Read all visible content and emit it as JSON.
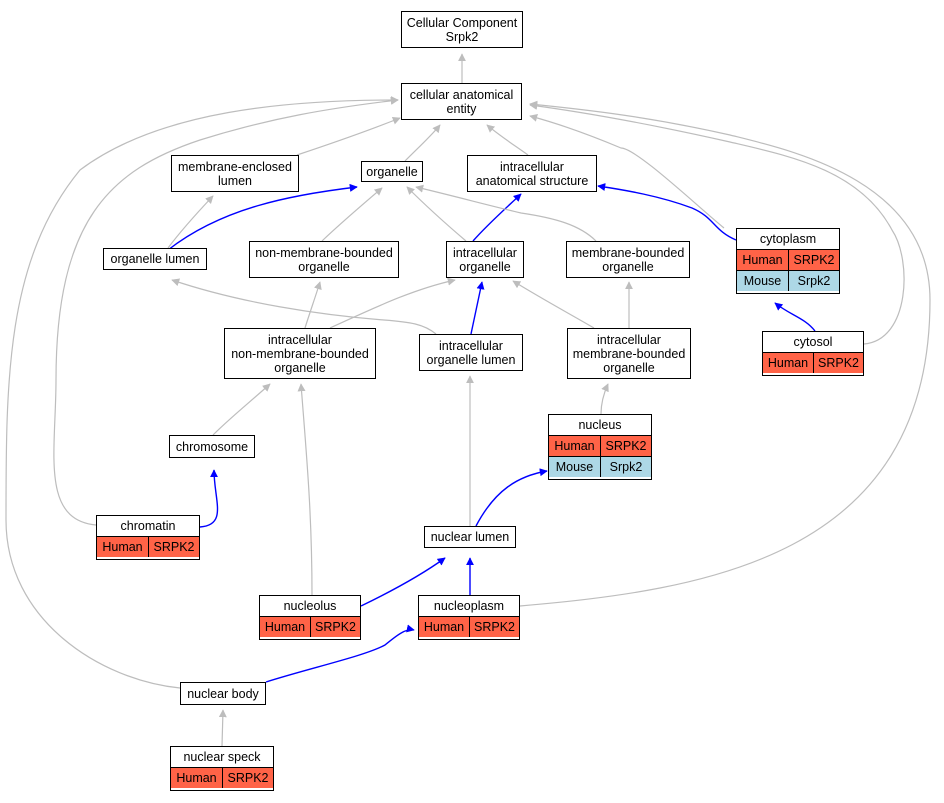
{
  "diagram": {
    "colors": {
      "edge_default": "#bdbdbd",
      "edge_highlight": "#0000ff",
      "human_fill": "#ff6347",
      "mouse_fill": "#add8e6",
      "node_border": "#000000",
      "node_fill": "#ffffff"
    },
    "nodes": [
      {
        "id": "cc_root",
        "label": "Cellular Component\nSrpk2",
        "annotations": []
      },
      {
        "id": "cae",
        "label": "cellular anatomical\nentity",
        "annotations": []
      },
      {
        "id": "mel",
        "label": "membrane-enclosed\nlumen",
        "annotations": []
      },
      {
        "id": "organelle",
        "label": "organelle",
        "annotations": []
      },
      {
        "id": "ias",
        "label": "intracellular\nanatomical structure",
        "annotations": []
      },
      {
        "id": "cytoplasm",
        "label": "cytoplasm",
        "annotations": [
          {
            "organism": "Human",
            "gene": "SRPK2"
          },
          {
            "organism": "Mouse",
            "gene": "Srpk2"
          }
        ]
      },
      {
        "id": "olumen",
        "label": "organelle lumen",
        "annotations": []
      },
      {
        "id": "nmbo",
        "label": "non-membrane-bounded\norganelle",
        "annotations": []
      },
      {
        "id": "io",
        "label": "intracellular\norganelle",
        "annotations": []
      },
      {
        "id": "mbo",
        "label": "membrane-bounded\norganelle",
        "annotations": []
      },
      {
        "id": "inmbo",
        "label": "intracellular\nnon-membrane-bounded\norganelle",
        "annotations": []
      },
      {
        "id": "iol",
        "label": "intracellular\norganelle lumen",
        "annotations": []
      },
      {
        "id": "imbo",
        "label": "intracellular\nmembrane-bounded\norganelle",
        "annotations": []
      },
      {
        "id": "cytosol",
        "label": "cytosol",
        "annotations": [
          {
            "organism": "Human",
            "gene": "SRPK2"
          }
        ]
      },
      {
        "id": "nucleus",
        "label": "nucleus",
        "annotations": [
          {
            "organism": "Human",
            "gene": "SRPK2"
          },
          {
            "organism": "Mouse",
            "gene": "Srpk2"
          }
        ]
      },
      {
        "id": "chromosome",
        "label": "chromosome",
        "annotations": []
      },
      {
        "id": "chromatin",
        "label": "chromatin",
        "annotations": [
          {
            "organism": "Human",
            "gene": "SRPK2"
          }
        ]
      },
      {
        "id": "nlumen",
        "label": "nuclear lumen",
        "annotations": []
      },
      {
        "id": "nucleolus",
        "label": "nucleolus",
        "annotations": [
          {
            "organism": "Human",
            "gene": "SRPK2"
          }
        ]
      },
      {
        "id": "nucleoplasm",
        "label": "nucleoplasm",
        "annotations": [
          {
            "organism": "Human",
            "gene": "SRPK2"
          }
        ]
      },
      {
        "id": "nbody",
        "label": "nuclear body",
        "annotations": []
      },
      {
        "id": "nspeck",
        "label": "nuclear speck",
        "annotations": [],
        "annotations_shown": [
          {
            "organism": "Human",
            "gene": "SRPK2"
          }
        ]
      }
    ],
    "edges": [
      {
        "from": "cae",
        "to": "cc_root",
        "highlight": false
      },
      {
        "from": "mel",
        "to": "cae",
        "highlight": false
      },
      {
        "from": "organelle",
        "to": "cae",
        "highlight": false
      },
      {
        "from": "ias",
        "to": "cae",
        "highlight": false
      },
      {
        "from": "cytoplasm",
        "to": "cae",
        "highlight": false
      },
      {
        "from": "cytoplasm",
        "to": "ias",
        "highlight": true
      },
      {
        "from": "olumen",
        "to": "mel",
        "highlight": false
      },
      {
        "from": "olumen",
        "to": "organelle",
        "highlight": true
      },
      {
        "from": "nmbo",
        "to": "organelle",
        "highlight": false
      },
      {
        "from": "io",
        "to": "organelle",
        "highlight": false
      },
      {
        "from": "io",
        "to": "ias",
        "highlight": true
      },
      {
        "from": "mbo",
        "to": "organelle",
        "highlight": false
      },
      {
        "from": "inmbo",
        "to": "nmbo",
        "highlight": false
      },
      {
        "from": "inmbo",
        "to": "io",
        "highlight": false
      },
      {
        "from": "iol",
        "to": "olumen",
        "highlight": false
      },
      {
        "from": "iol",
        "to": "io",
        "highlight": true
      },
      {
        "from": "imbo",
        "to": "io",
        "highlight": false
      },
      {
        "from": "imbo",
        "to": "mbo",
        "highlight": false
      },
      {
        "from": "cytosol",
        "to": "cytoplasm",
        "highlight": true
      },
      {
        "from": "cytosol",
        "to": "cae",
        "highlight": false
      },
      {
        "from": "nucleus",
        "to": "imbo",
        "highlight": false
      },
      {
        "from": "chromosome",
        "to": "inmbo",
        "highlight": false
      },
      {
        "from": "chromatin",
        "to": "chromosome",
        "highlight": true
      },
      {
        "from": "chromatin",
        "to": "cae",
        "highlight": false
      },
      {
        "from": "nlumen",
        "to": "iol",
        "highlight": false
      },
      {
        "from": "nlumen",
        "to": "nucleus",
        "highlight": true
      },
      {
        "from": "nucleolus",
        "to": "inmbo",
        "highlight": false
      },
      {
        "from": "nucleolus",
        "to": "nlumen",
        "highlight": true
      },
      {
        "from": "nucleoplasm",
        "to": "nlumen",
        "highlight": true
      },
      {
        "from": "nucleoplasm",
        "to": "cae",
        "highlight": false
      },
      {
        "from": "nbody",
        "to": "nucleoplasm",
        "highlight": true
      },
      {
        "from": "nbody",
        "to": "cae",
        "highlight": false
      },
      {
        "from": "nspeck",
        "to": "nbody",
        "highlight": false
      }
    ]
  }
}
